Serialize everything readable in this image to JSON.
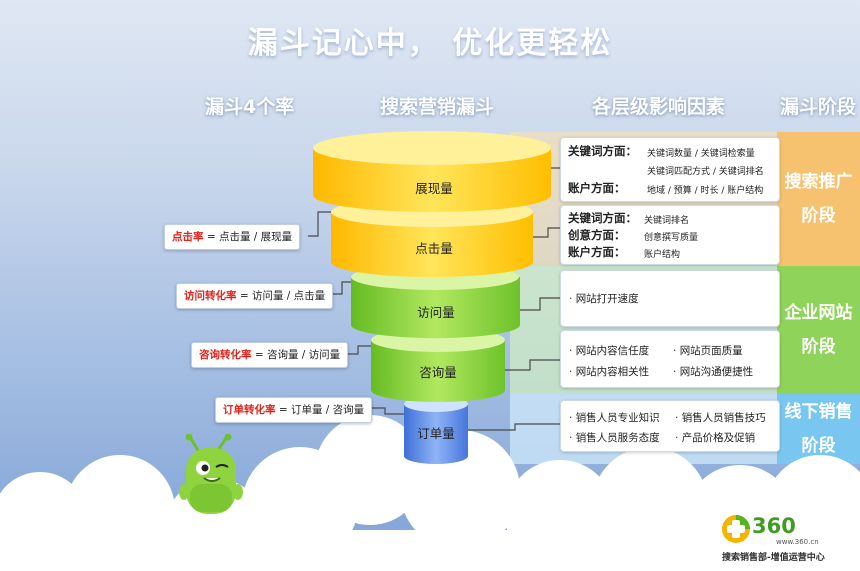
{
  "title": "漏斗记心中， 优化更轻松",
  "columns": [
    "漏斗4个率",
    "搜索营销漏斗",
    "各层级影响因素",
    "漏斗阶段"
  ],
  "funnel": [
    {
      "label": "展现量"
    },
    {
      "label": "点击量"
    },
    {
      "label": "访问量"
    },
    {
      "label": "咨询量"
    },
    {
      "label": "订单量"
    }
  ],
  "rates": [
    {
      "name": "点击率",
      "formula": " = 点击量 / 展现量"
    },
    {
      "name": "访问转化率",
      "formula": " = 访问量 / 点击量"
    },
    {
      "name": "咨询转化率",
      "formula": " = 咨询量 / 访问量"
    },
    {
      "name": "订单转化率",
      "formula": " = 订单量 / 咨询量"
    }
  ],
  "factors": {
    "box1": {
      "k1": "关键词方面：",
      "v1a": "关键词数量 / 关键词检索量",
      "v1b": "关键词匹配方式 / 关键词排名",
      "k2": "账户方面：",
      "v2": "地域 / 预算 / 时长 / 账户结构"
    },
    "box2": {
      "k1": "关键词方面：",
      "v1": "关键词排名",
      "k2": "创意方面：",
      "v2": "创意撰写质量",
      "k3": "账户方面：",
      "v3": "账户结构"
    },
    "box3": {
      "i1": "网站打开速度"
    },
    "box4": {
      "i1": "网站内容信任度",
      "i2": "网站页面质量",
      "i3": "网站内容相关性",
      "i4": "网站沟通便捷性"
    },
    "box5": {
      "i1": "销售人员专业知识",
      "i2": "销售人员销售技巧",
      "i3": "销售人员服务态度",
      "i4": "产品价格及促销"
    }
  },
  "stages": [
    {
      "line1": "搜索推广",
      "line2": "阶段"
    },
    {
      "line1": "企业网站",
      "line2": "阶段"
    },
    {
      "line1": "线下销售",
      "line2": "阶段"
    }
  ],
  "logo": {
    "brand": "360",
    "url": "www.360.cn",
    "dept": "搜索销售部-增值运营中心"
  },
  "colors": {
    "yellow": "#ffd21a",
    "green": "#8dd13a",
    "blue": "#5f8ee8",
    "rate_red": "#e0231c"
  }
}
